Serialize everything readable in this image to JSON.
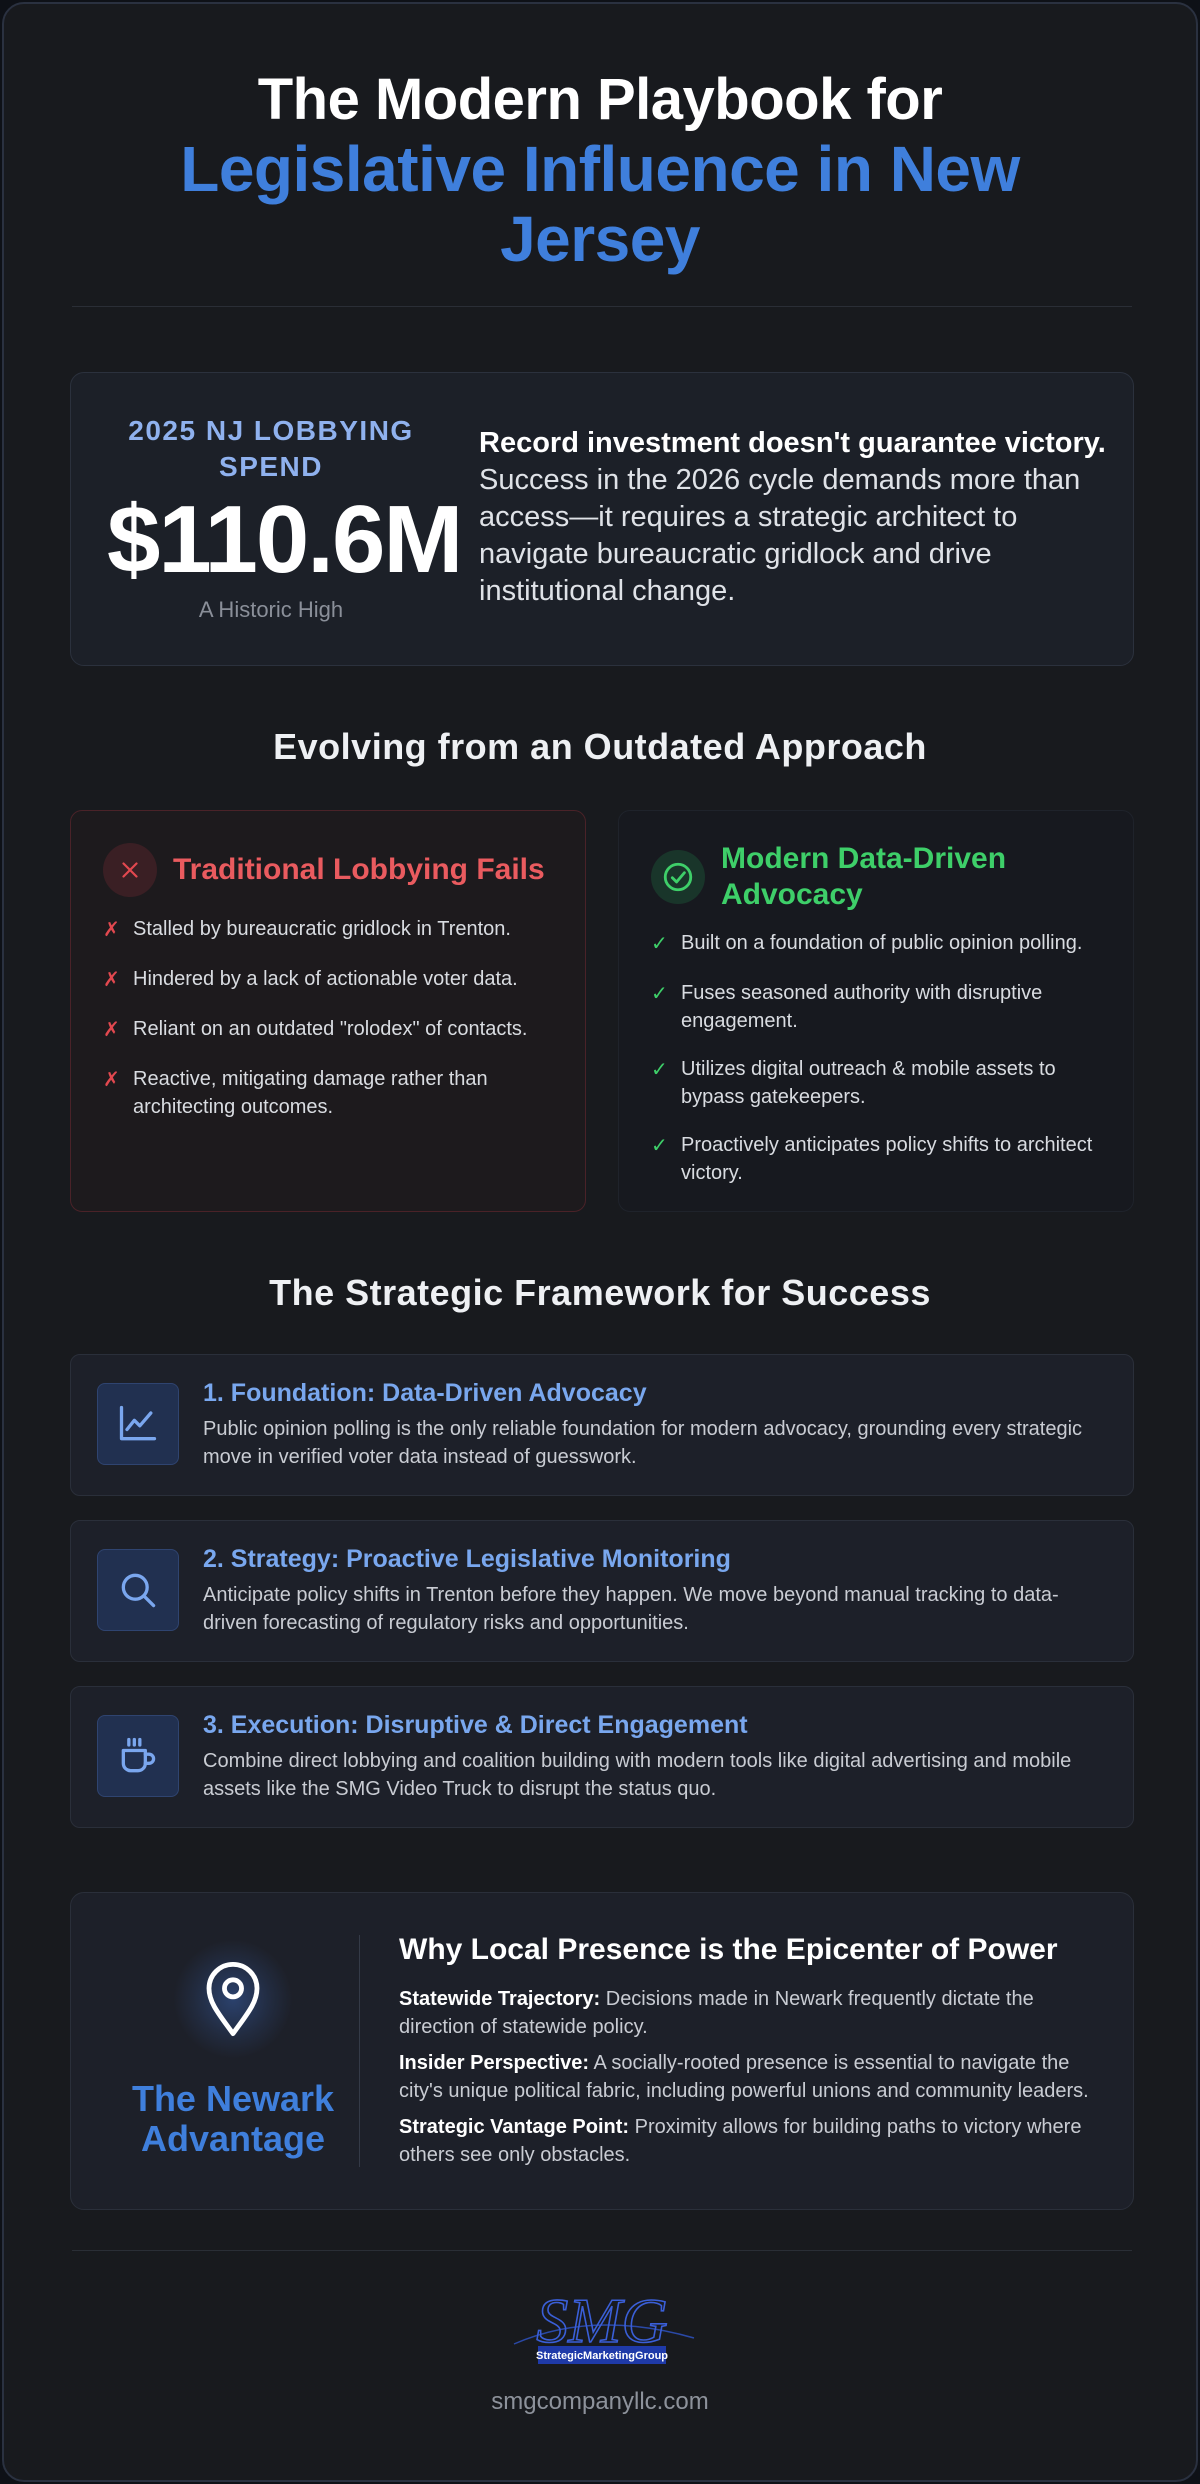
{
  "hero": {
    "line1": "The Modern Playbook for",
    "line2": "Legislative Influence in New Jersey"
  },
  "stat": {
    "label": "2025 NJ LOBBYING SPEND",
    "value": "$110.6M",
    "note": "A Historic High",
    "lead": "Record investment doesn't guarantee victory.",
    "body": " Success in the 2026 cycle demands more than access—it requires a strategic architect to navigate bureaucratic gridlock and drive institutional change."
  },
  "evolving": {
    "title": "Evolving from an Outdated Approach",
    "traditional": {
      "title": "Traditional Lobbying Fails",
      "items": [
        "Stalled by bureaucratic gridlock in Trenton.",
        "Hindered by a lack of actionable voter data.",
        "Reliant on an outdated \"rolodex\" of contacts.",
        "Reactive, mitigating damage rather than architecting outcomes."
      ]
    },
    "modern": {
      "title": "Modern Data-Driven Advocacy",
      "items": [
        "Built on a foundation of public opinion polling.",
        "Fuses seasoned authority with disruptive engagement.",
        "Utilizes digital outreach & mobile assets to bypass gatekeepers.",
        "Proactively anticipates policy shifts to architect victory."
      ]
    }
  },
  "framework": {
    "title": "The Strategic Framework for Success",
    "items": [
      {
        "icon": "chart-line-icon",
        "title": "1. Foundation: Data-Driven Advocacy",
        "desc": "Public opinion polling is the only reliable foundation for modern advocacy, grounding every strategic move in verified voter data instead of guesswork."
      },
      {
        "icon": "search-icon",
        "title": "2. Strategy: Proactive Legislative Monitoring",
        "desc": "Anticipate policy shifts in Trenton before they happen. We move beyond manual tracking to data-driven forecasting of regulatory risks and opportunities."
      },
      {
        "icon": "coffee-cup-icon",
        "title": "3. Execution: Disruptive & Direct Engagement",
        "desc": "Combine direct lobbying and coalition building with modern tools like digital advertising and mobile assets like the SMG Video Truck to disrupt the status quo."
      }
    ]
  },
  "newark": {
    "badge": "The Newark Advantage",
    "heading": "Why Local Presence is the Epicenter of Power",
    "points": [
      {
        "label": "Statewide Trajectory:",
        "text": " Decisions made in Newark frequently dictate the direction of statewide policy."
      },
      {
        "label": "Insider Perspective:",
        "text": " A socially-rooted presence is essential to navigate the city's unique political fabric, including powerful unions and community leaders."
      },
      {
        "label": "Strategic Vantage Point:",
        "text": " Proximity allows for building paths to victory where others see only obstacles."
      }
    ]
  },
  "footer": {
    "logo_text": "SMG",
    "logo_sub": "StrategicMarketingGroup",
    "site": "smgcompanyllc.com"
  }
}
